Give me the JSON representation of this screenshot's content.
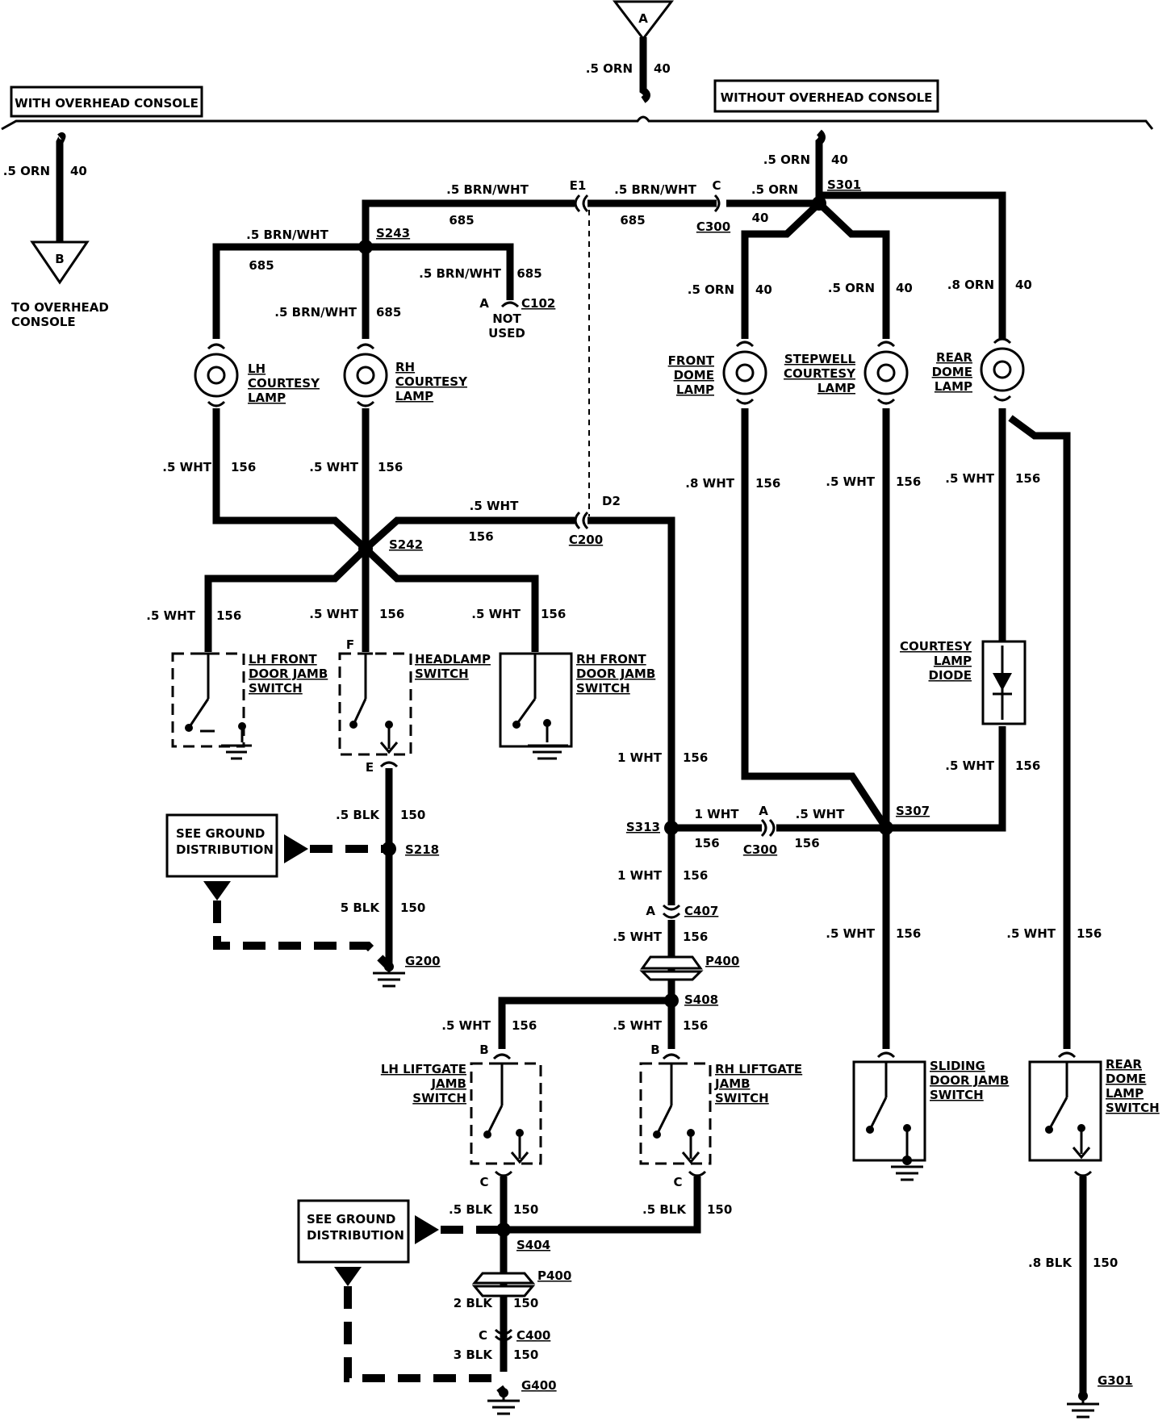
{
  "top": {
    "connector_a": "A",
    "wire_size": ".5 ORN",
    "circuit": "40"
  },
  "with_console": {
    "title": "WITH OVERHEAD CONSOLE",
    "wire_size": ".5 ORN",
    "circuit": "40",
    "connector_b": "B",
    "dest_line1": "TO OVERHEAD",
    "dest_line2": "CONSOLE"
  },
  "without_console": {
    "title": "WITHOUT OVERHEAD CONSOLE",
    "wire_size": ".5 ORN",
    "circuit": "40"
  },
  "wires": {
    "brn1": ".5 BRN/WHT",
    "c685a": "685",
    "brn2": ".5 BRN/WHT",
    "c685b": "685",
    "brn3": ".5 BRN/WHT",
    "c685c": "685",
    "brn4": ".5 BRN/WHT",
    "c685d": "685",
    "brn5": ".5 BRN/WHT",
    "c685e": "685",
    "orn_s301": ".5 ORN",
    "c40_s301": "40",
    "orn_front": ".5 ORN",
    "c40_front": "40",
    "orn_step": ".5 ORN",
    "c40_step": "40",
    "orn_rear": ".8 ORN",
    "c40_rear": "40",
    "wht_lh": ".5 WHT",
    "c156_lh": "156",
    "wht_rh": ".5 WHT",
    "c156_rh": "156",
    "wht_c200": ".5 WHT",
    "c156_c200": "156",
    "wht_sw1": ".5 WHT",
    "c156_sw1": "156",
    "wht_sw2": ".5 WHT",
    "c156_sw2": "156",
    "wht_sw3": ".5 WHT",
    "c156_sw3": "156",
    "wht_front": ".8 WHT",
    "c156_front": "156",
    "wht_step": ".5 WHT",
    "c156_step": "156",
    "wht_rear": ".5 WHT",
    "c156_rear": "156",
    "wht_diode": ".5 WHT",
    "c156_diode": "156",
    "wht_1a": "1 WHT",
    "c156_1a": "156",
    "wht_1b": "1 WHT",
    "c156_1b": "156",
    "wht_1c": "1 WHT",
    "c156_1c": "156",
    "wht_c300": ".5 WHT",
    "c156_c300": "156",
    "wht_p400": ".5 WHT",
    "c156_p400": "156",
    "wht_lhlg": ".5 WHT",
    "c156_lhlg": "156",
    "wht_rhlg": ".5 WHT",
    "c156_rhlg": "156",
    "wht_slide": ".5 WHT",
    "c156_slide": "156",
    "wht_rdls": ".5 WHT",
    "c156_rdls": "156",
    "blk_hl": ".5 BLK",
    "c150_hl": "150",
    "blk_g200": "5 BLK",
    "c150_g200": "150",
    "blk_lhlg": ".5 BLK",
    "c150_lhlg": "150",
    "blk_rhlg": ".5 BLK",
    "c150_rhlg": "150",
    "blk_2": "2 BLK",
    "c150_2": "150",
    "blk_3": "3 BLK",
    "c150_3": "150",
    "blk_g301": ".8 BLK",
    "c150_g301": "150"
  },
  "splices": {
    "s243": "S243",
    "s242": "S242",
    "s301": "S301",
    "s218": "S218",
    "s313": "S313",
    "s307": "S307",
    "s408": "S408",
    "s404": "S404"
  },
  "connectors": {
    "e1": "E1",
    "c": "C",
    "c300a": "C300",
    "c102a": "A",
    "c102": "C102",
    "d2": "D2",
    "c200": "C200",
    "a_c300": "A",
    "c300b": "C300",
    "a_c407": "A",
    "c407": "C407",
    "p400a": "P400",
    "p400b": "P400",
    "c_c400": "C",
    "c400": "C400",
    "f": "F",
    "e": "E",
    "b_lh": "B",
    "b_rh": "B",
    "c_lh": "C",
    "c_rh": "C"
  },
  "not_used": {
    "line1": "NOT",
    "line2": "USED"
  },
  "grounds": {
    "g200": "G200",
    "g400": "G400",
    "g301": "G301"
  },
  "components": {
    "lh_courtesy": [
      "LH",
      "COURTESY",
      "LAMP"
    ],
    "rh_courtesy": [
      "RH",
      "COURTESY",
      "LAMP"
    ],
    "front_dome": [
      "FRONT",
      "DOME",
      "LAMP"
    ],
    "stepwell": [
      "STEPWELL",
      "COURTESY",
      "LAMP"
    ],
    "rear_dome": [
      "REAR",
      "DOME",
      "LAMP"
    ],
    "lh_door": [
      "LH FRONT",
      "DOOR JAMB",
      "SWITCH"
    ],
    "headlamp": [
      "HEADLAMP",
      "SWITCH"
    ],
    "rh_door": [
      "RH FRONT",
      "DOOR JAMB",
      "SWITCH"
    ],
    "diode": [
      "COURTESY",
      "LAMP",
      "DIODE"
    ],
    "lh_liftgate": [
      "LH LIFTGATE",
      "JAMB",
      "SWITCH"
    ],
    "rh_liftgate": [
      "RH LIFTGATE",
      "JAMB",
      "SWITCH"
    ],
    "sliding": [
      "SLIDING",
      "DOOR JAMB",
      "SWITCH"
    ],
    "rear_dome_sw": [
      "REAR",
      "DOME",
      "LAMP",
      "SWITCH"
    ]
  },
  "ground_dist": {
    "line1": "SEE GROUND",
    "line2": "DISTRIBUTION"
  }
}
